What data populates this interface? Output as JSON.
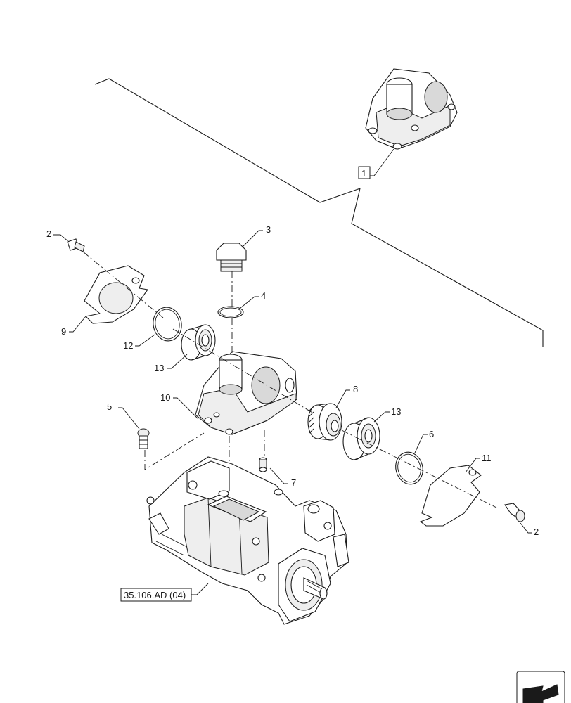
{
  "callouts": {
    "c1": "1",
    "c2a": "2",
    "c2b": "2",
    "c3": "3",
    "c4": "4",
    "c5": "5",
    "c6": "6",
    "c7": "7",
    "c8": "8",
    "c9": "9",
    "c10": "10",
    "c11": "11",
    "c12": "12",
    "c13a": "13",
    "c13b": "13"
  },
  "reference_label": "35.106.AD (04)",
  "nav_icon": "arrow-next-page-icon"
}
